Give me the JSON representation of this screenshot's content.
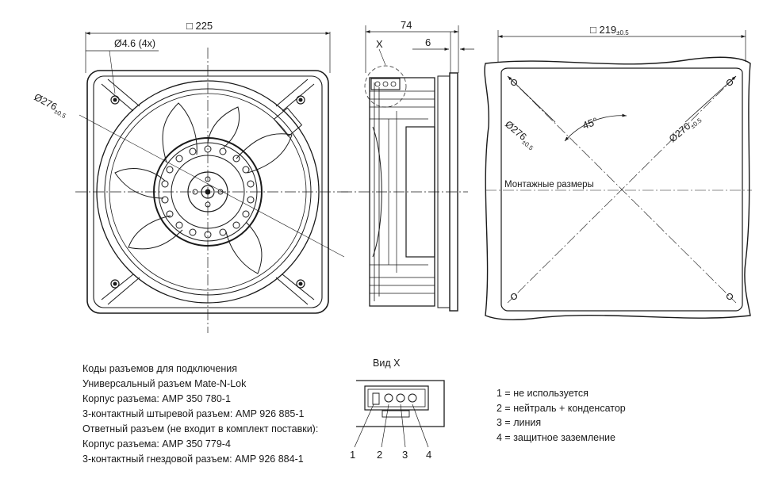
{
  "front_view": {
    "dim_width": "□ 225",
    "dim_holes": "Ø4.6 (4x)",
    "dim_circle": "Ø276",
    "dim_circle_tol": "±0.5"
  },
  "side_view": {
    "dim_depth": "74",
    "dim_flange": "6",
    "detail_label": "X"
  },
  "mount_view": {
    "dim_square": "□ 219",
    "dim_square_tol": "±0.5",
    "dim_diag_276": "Ø276",
    "dim_diag_276_tol": "±0.5",
    "dim_diag_270": "Ø270",
    "dim_diag_270_tol": "±0.5",
    "angle": "45°",
    "caption": "Монтажные размеры"
  },
  "connector_view": {
    "title": "Вид X",
    "pins": [
      "1",
      "2",
      "3",
      "4"
    ]
  },
  "notes": [
    "Коды разъемов для подключения",
    "Универсальный разъем Mate-N-Lok",
    "Корпус разъема: AMP 350 780-1",
    "3-контактный штыревой разъем: AMP 926 885-1",
    "Ответный разъем (не входит в комплект поставки):",
    "Корпус разъема: AMP 350 779-4",
    "3-контактный гнездовой разъем: AMP 926 884-1"
  ],
  "legend": [
    "1 = не используется",
    "2 = нейтраль + конденсатор",
    "3 = линия",
    "4 = защитное заземление"
  ]
}
